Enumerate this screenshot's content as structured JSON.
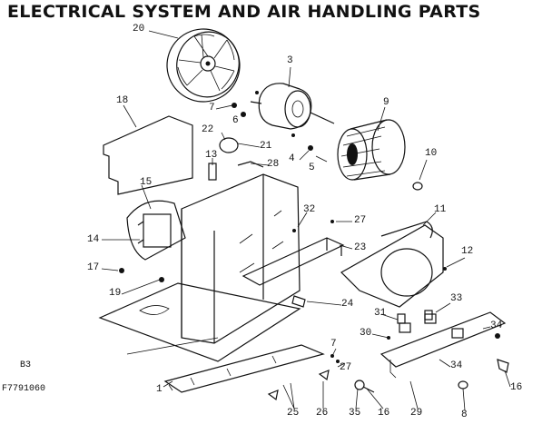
{
  "title": "ELECTRICAL SYSTEM AND AIR HANDLING PARTS",
  "codes": {
    "section": "B3",
    "drawing_number": "F7791060"
  },
  "parts": [
    {
      "id": "20a",
      "text": "20"
    },
    {
      "id": "3",
      "text": "3"
    },
    {
      "id": "18",
      "text": "18"
    },
    {
      "id": "7a",
      "text": "7"
    },
    {
      "id": "6",
      "text": "6"
    },
    {
      "id": "9",
      "text": "9"
    },
    {
      "id": "22",
      "text": "22"
    },
    {
      "id": "21",
      "text": "21"
    },
    {
      "id": "13",
      "text": "13"
    },
    {
      "id": "28",
      "text": "28"
    },
    {
      "id": "4",
      "text": "4"
    },
    {
      "id": "5",
      "text": "5"
    },
    {
      "id": "10",
      "text": "10"
    },
    {
      "id": "15",
      "text": "15"
    },
    {
      "id": "32",
      "text": "32"
    },
    {
      "id": "27a",
      "text": "27"
    },
    {
      "id": "11",
      "text": "11"
    },
    {
      "id": "14",
      "text": "14"
    },
    {
      "id": "23",
      "text": "23"
    },
    {
      "id": "12",
      "text": "12"
    },
    {
      "id": "17",
      "text": "17"
    },
    {
      "id": "19",
      "text": "19"
    },
    {
      "id": "24",
      "text": "24"
    },
    {
      "id": "33",
      "text": "33"
    },
    {
      "id": "31",
      "text": "31"
    },
    {
      "id": "30",
      "text": "30"
    },
    {
      "id": "34a",
      "text": "34"
    },
    {
      "id": "7b",
      "text": "7"
    },
    {
      "id": "27b",
      "text": "27"
    },
    {
      "id": "34b",
      "text": "34"
    },
    {
      "id": "16a",
      "text": "16"
    },
    {
      "id": "1",
      "text": "1"
    },
    {
      "id": "25",
      "text": "25"
    },
    {
      "id": "26",
      "text": "26"
    },
    {
      "id": "35",
      "text": "35"
    },
    {
      "id": "16b",
      "text": "16"
    },
    {
      "id": "29",
      "text": "29"
    },
    {
      "id": "8",
      "text": "8"
    }
  ]
}
